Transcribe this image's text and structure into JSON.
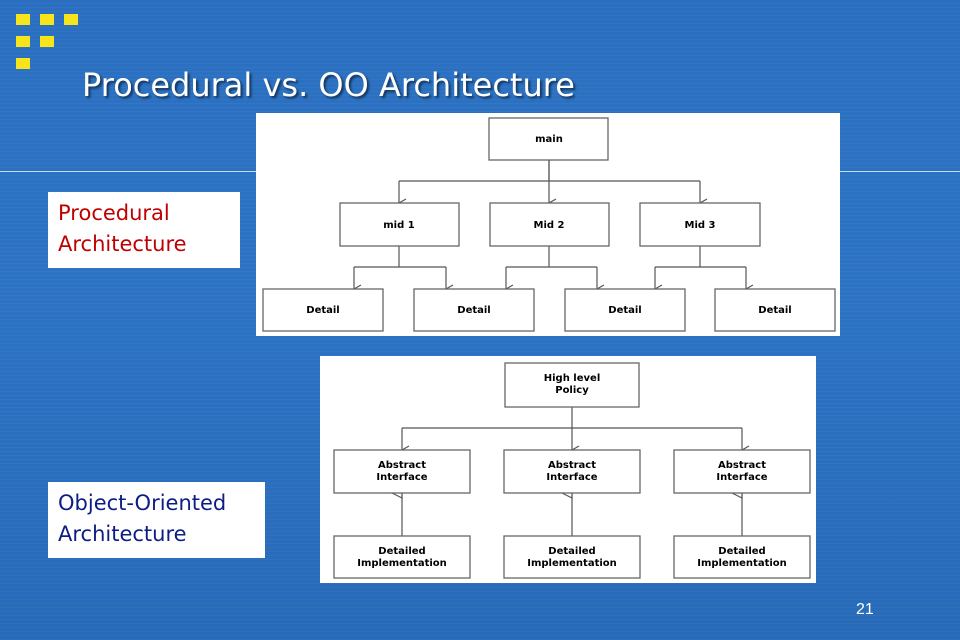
{
  "slide": {
    "title": "Procedural vs. OO Architecture",
    "page_number": "21"
  },
  "colors": {
    "background": "#2a6fc0",
    "logo": "#f7e41a",
    "procedural_label": "#c00000",
    "oo_label": "#0c1e84"
  },
  "procedural": {
    "label_lines": [
      "Procedural",
      "Architecture"
    ],
    "root": "main",
    "mids": [
      "mid 1",
      "Mid 2",
      "Mid 3"
    ],
    "details": [
      "Detail",
      "Detail",
      "Detail",
      "Detail"
    ]
  },
  "object_oriented": {
    "label_lines": [
      "Object-Oriented",
      "Architecture"
    ],
    "root_lines": [
      "High level",
      "Policy"
    ],
    "abstracts": [
      [
        "Abstract",
        "Interface"
      ],
      [
        "Abstract",
        "Interface"
      ],
      [
        "Abstract",
        "Interface"
      ]
    ],
    "implementations": [
      [
        "Detailed",
        "Implementation"
      ],
      [
        "Detailed",
        "Implementation"
      ],
      [
        "Detailed",
        "Implementation"
      ]
    ]
  }
}
